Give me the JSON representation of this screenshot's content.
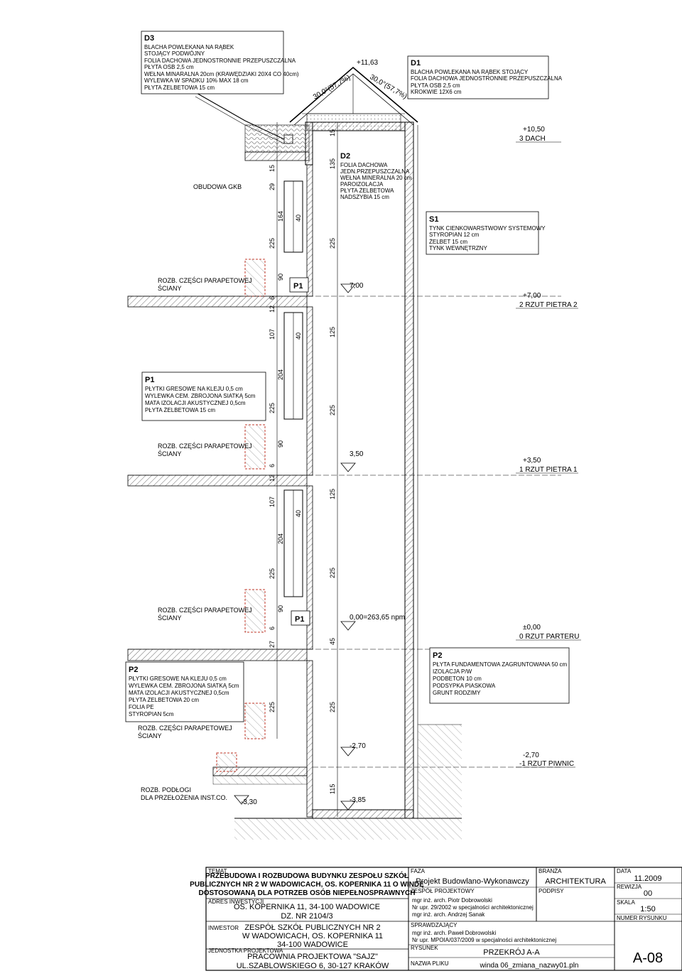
{
  "labels": {
    "d3": {
      "code": "D3",
      "lines": [
        "BLACHA POWLEKANA NA RĄBEK",
        "STOJĄCY PODWÓJNY",
        "FOLIA DACHOWA JEDNOSTRONNIE PRZEPUSZCZALNA",
        "PŁYTA OSB 2,5 cm",
        "WEŁNA MINARALNA 20cm (KRAWĘDZIAKI 20X4 CO 40cm)",
        "WYLEWKA W SPADKU 10% MAX 18 cm",
        "PŁYTA ŻELBETOWA 15 cm"
      ]
    },
    "d1": {
      "code": "D1",
      "lines": [
        "BLACHA POWLEKANA NA RĄBEK STOJĄCY",
        "FOLIA DACHOWA JEDNOSTRONNIE PRZEPUSZCZALNA",
        "PŁYTA OSB 2,5 cm",
        "KROKWIE 12X6 cm"
      ]
    },
    "d2": {
      "code": "D2",
      "lines": [
        "FOLIA DACHOWA",
        "JEDN.PRZEPUSZCZALNA",
        "WEŁNA MINERALNA 20 cm",
        "PAROIZOLACJA",
        "PŁYTA ŻELBETOWA",
        "NADSZYBIA 15 cm"
      ]
    },
    "s1": {
      "code": "S1",
      "lines": [
        "TYNK CIENKOWARSTWOWY SYSTEMOWY",
        "STYROPIAN 12 cm",
        "ŻELBET 15 cm",
        "TYNK WEWNĘTRZNY"
      ]
    },
    "p1": {
      "code": "P1",
      "lines": [
        "PŁYTKI GRESOWE NA KLEJU 0,5 cm",
        "WYLEWKA CEM. ZBROJONA SIATKĄ 5cm",
        "MATA IZOLACJI AKUSTYCZNEJ 0,5cm",
        "PŁYTA ŻELBETOWA 15 cm"
      ]
    },
    "p2_left": {
      "code": "P2",
      "lines": [
        "PŁYTKI GRESOWE NA KLEJU 0,5 cm",
        "WYLEWKA CEM. ZBROJONA SIATKĄ 5cm",
        "MATA IZOLACJI AKUSTYCZNEJ 0,5cm",
        "PŁYTA ŻELBETOWA 20 cm",
        "FOLIA PE",
        "STYROPIAN 5cm"
      ]
    },
    "p2_right": {
      "code": "P2",
      "lines": [
        "PŁYTA FUNDAMENTOWA ZAGRUNTOWANA 50 cm",
        "IZOLACJA P/W",
        "PODBETON 10 cm",
        "PODSYPKA PIASKOWA",
        "GRUNT RODZIMY"
      ]
    },
    "obudowa": "OBUDOWA GKB",
    "parapet": [
      "ROZB. CZĘŚCI PARAPETOWEJ",
      "ŚCIANY"
    ],
    "podlogi": [
      "ROZB. PODŁOGI",
      "DLA PRZEŁOŻENIA INST.CO."
    ],
    "roof_left_angle": "30,0°(57,7%)",
    "roof_right_angle": "30,0°(57,7%)",
    "roof_top_elev": "+11,63",
    "p1_tag": "P1",
    "p1_tag_2": "P1"
  },
  "levels": [
    {
      "elev": "+10,50",
      "name": "3 DACH"
    },
    {
      "elev": "+7,00",
      "name": "2 RZUT PIETRA 2"
    },
    {
      "elev": "+3,50",
      "name": "1 RZUT PIETRA 1"
    },
    {
      "elev": "±0,00",
      "name": "0 RZUT PARTERU"
    },
    {
      "elev": "-2,70",
      "name": "-1 RZUT PIWNIC"
    }
  ],
  "shaft_marks": [
    "7,00",
    "3,50",
    "0,00=263,65 npm",
    "-2,70",
    "-3,85",
    "-3,30"
  ],
  "dims_left": [
    "15",
    "29",
    "225",
    "164",
    "40",
    "90",
    "12",
    "6",
    "107",
    "40",
    "204",
    "225",
    "90",
    "12",
    "6",
    "107",
    "40",
    "204",
    "225",
    "90",
    "6",
    "27",
    "225"
  ],
  "dims_right": [
    "15",
    "135",
    "225",
    "125",
    "225",
    "125",
    "225",
    "45",
    "225",
    "115"
  ],
  "title_block": {
    "temat_label": "TEMAT",
    "temat": [
      "PRZEBUDOWA I ROZBUDOWA BUDYNKU ZESPOŁU SZKÓŁ",
      "PUBLICZNYCH NR 2 W WADOWICACH, OS. KOPERNIKA 11 O WINDĘ",
      "DOSTOSOWANĄ DLA POTRZEB OSÓB NIEPEŁNOSPRAWNYCH"
    ],
    "adres_label": "ADRES INWESTYCJI",
    "adres": [
      "OS. KOPERNIKA 11, 34-100 WADOWICE",
      "DZ. NR 2104/3"
    ],
    "inwestor_label": "INWESTOR",
    "inwestor": [
      "ZESPÓŁ SZKÓŁ PUBLICZNYCH NR 2",
      "W WADOWICACH, OS. KOPERNIKA 11",
      "34-100 WADOWICE"
    ],
    "jednostka_label": "JEDNOSTKA PROJEKTOWA",
    "jednostka": [
      "PRACOWNIA PROJEKTOWA \"SAJZ\"",
      "UL.SZABLOWSKIEGO 6, 30-127 KRAKÓW"
    ],
    "faza_label": "FAZA",
    "faza": "Projekt Budowlano-Wykonawczy",
    "zespol_label": "ZESPÓŁ PROJEKTOWY",
    "zespol": [
      "mgr inż. arch. Piotr Dobrowolski",
      "Nr upr. 29/2002  w specjalności architektonicznej",
      "mgr inż. arch. Andrzej Sanak"
    ],
    "sprawdzajacy_label": "SPRAWDZAJĄCY",
    "sprawdzajacy": [
      "mgr inż. arch. Paweł Dobrowolski",
      "Nr upr. MPOIA/037/2009  w specjalności architektonicznej"
    ],
    "rysunek_label": "RYSUNEK",
    "rysunek": "PRZEKRÓJ A-A",
    "plik_label": "NAZWA PLIKU",
    "plik": "winda 06_zmiana_nazwy01.pln",
    "branza_label": "BRANŻA",
    "branza": "ARCHITEKTURA",
    "podpisy_label": "PODPISY",
    "data_label": "DATA",
    "data": "11.2009",
    "rewizja_label": "REWIZJA",
    "rewizja": "00",
    "skala_label": "SKALA",
    "skala": "1:50",
    "numer_label": "NUMER RYSUNKU",
    "numer": "A-08"
  }
}
